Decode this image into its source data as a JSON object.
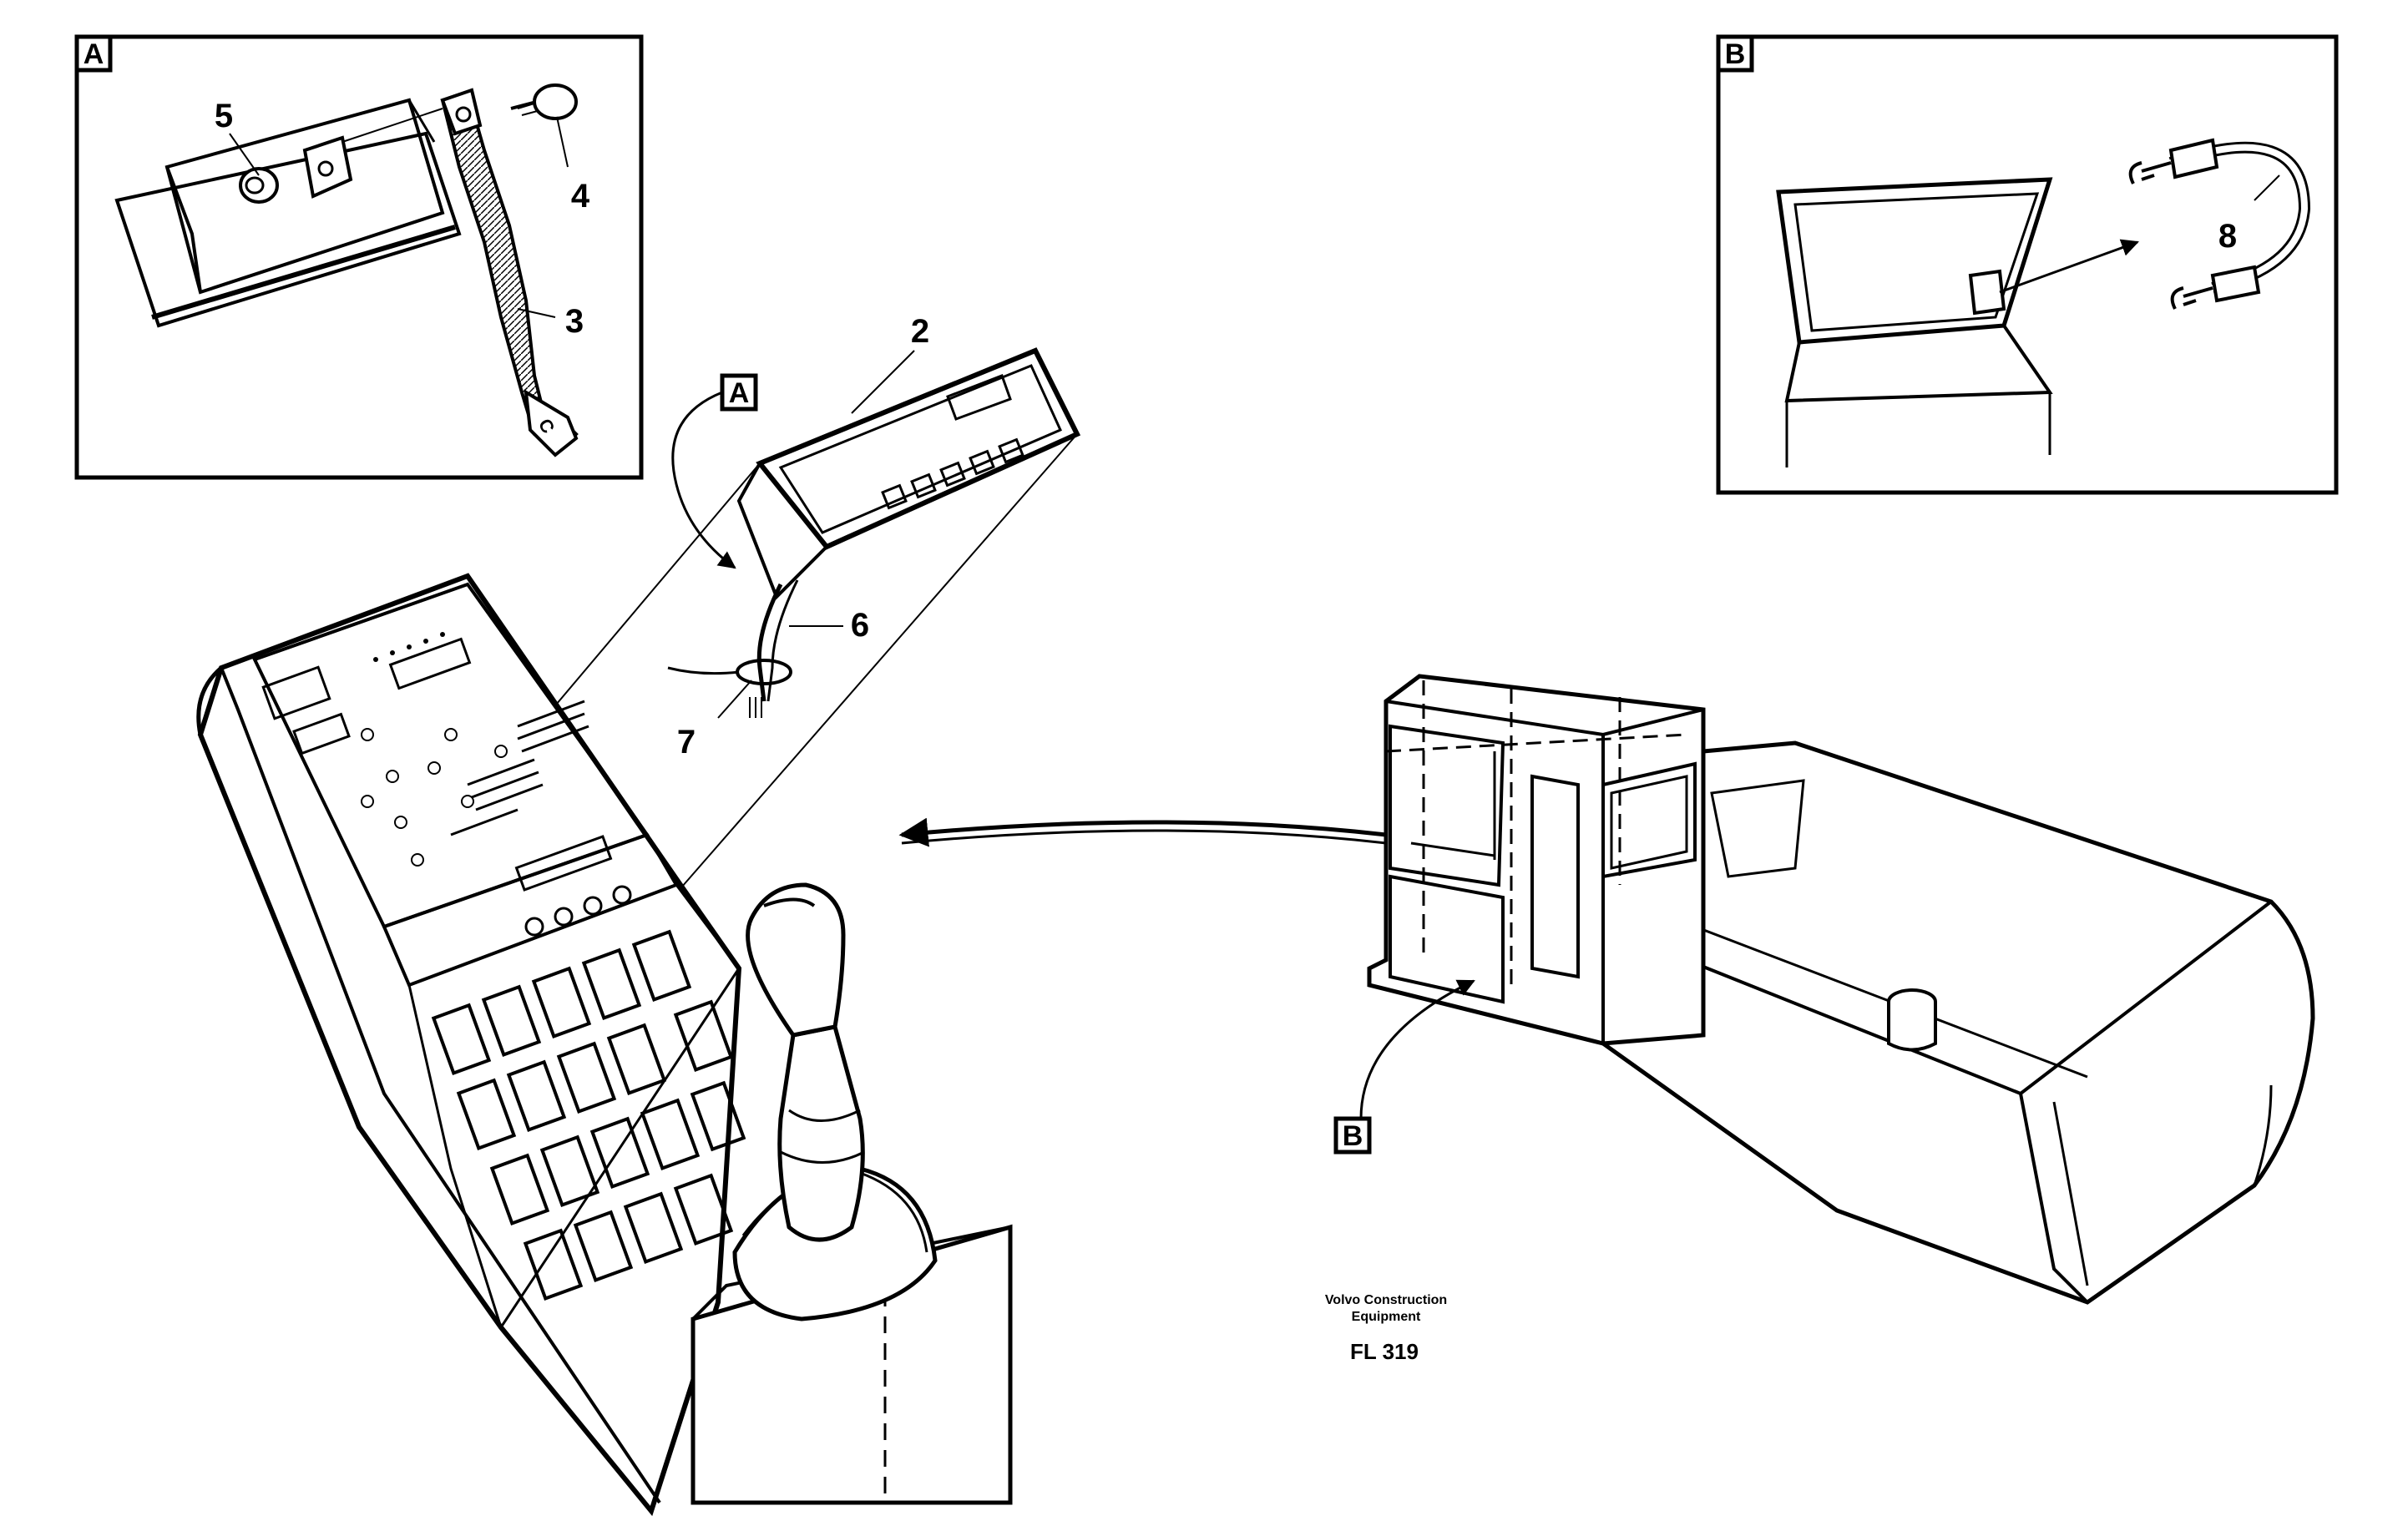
{
  "callouts": {
    "c2": "2",
    "c3": "3",
    "c4": "4",
    "c5": "5",
    "c6": "6",
    "c7": "7",
    "c8": "8"
  },
  "views": {
    "a_tag": "A",
    "a_ref": "A",
    "b_tag": "B",
    "b_ref": "B"
  },
  "credit": {
    "line1": "Volvo Construction",
    "line2": "Equipment",
    "code": "FL 319"
  }
}
